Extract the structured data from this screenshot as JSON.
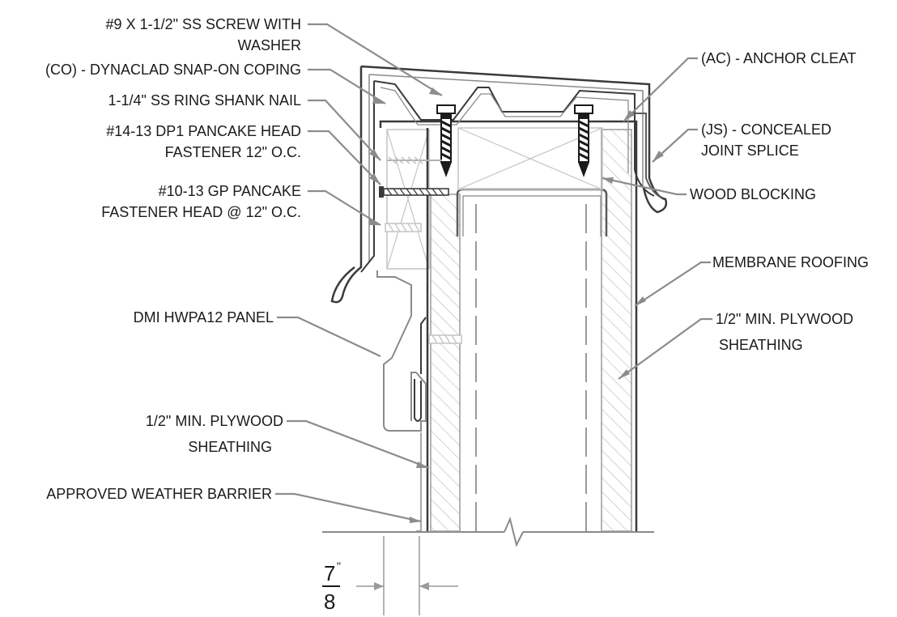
{
  "labels": {
    "screw": [
      "#9 X 1-1/2\" SS SCREW WITH",
      "WASHER"
    ],
    "coping": "(CO) - DYNACLAD SNAP-ON COPING",
    "ring_nail": "1-1/4\" SS RING SHANK NAIL",
    "dp1_fastener": [
      "#14-13 DP1 PANCAKE HEAD",
      "FASTENER 12\" O.C."
    ],
    "gp_fastener": [
      "#10-13 GP PANCAKE",
      "FASTENER HEAD @ 12\" O.C."
    ],
    "panel": "DMI HWPA12 PANEL",
    "sheathing_left": [
      "1/2\" MIN. PLYWOOD",
      "SHEATHING"
    ],
    "weather_barrier": "APPROVED WEATHER BARRIER",
    "anchor_cleat": "(AC) - ANCHOR CLEAT",
    "joint_splice": [
      "(JS) - CONCEALED",
      "JOINT SPLICE"
    ],
    "wood_blocking": "WOOD BLOCKING",
    "membrane": "MEMBRANE ROOFING",
    "sheathing_right": [
      "1/2\" MIN. PLYWOOD",
      "SHEATHING"
    ]
  },
  "dimension": {
    "numerator": "7",
    "denominator": "8",
    "unit": "\""
  }
}
